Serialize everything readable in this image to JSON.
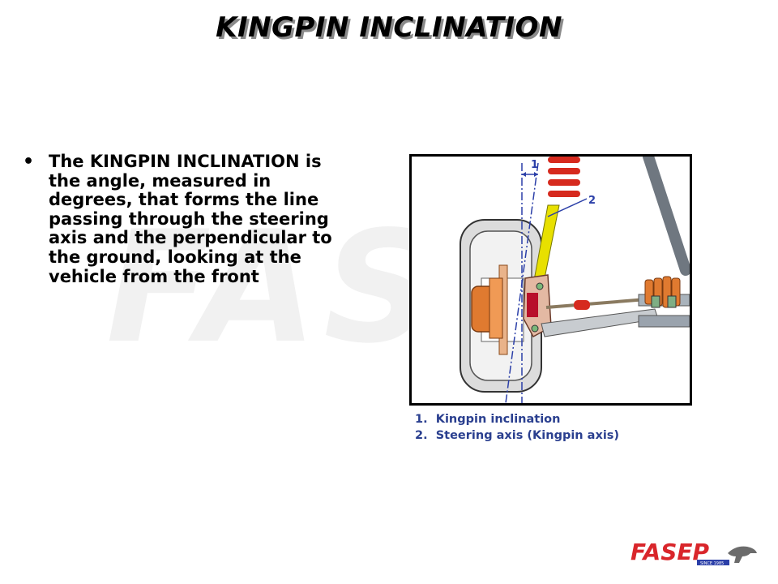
{
  "slide": {
    "title": "KINGPIN INCLINATION",
    "body": "The KINGPIN INCLINATION is the angle, measured in degrees, that forms the line passing through the steering axis and the perpendicular to the ground, looking at the vehicle from the front"
  },
  "figure": {
    "callout_1": "1",
    "callout_2": "2",
    "axis_color": "#2b3fa8",
    "strut_color": "#e8e000",
    "spring_color": "#d62a1e",
    "hub_color": "#e07a30"
  },
  "captions": [
    {
      "number": "1.",
      "text": "Kingpin inclination"
    },
    {
      "number": "2.",
      "text": "Steering axis (Kingpin axis)"
    }
  ],
  "logo": {
    "brand": "FASEP",
    "since": "SINCE 1985",
    "brand_color": "#d9262b"
  }
}
